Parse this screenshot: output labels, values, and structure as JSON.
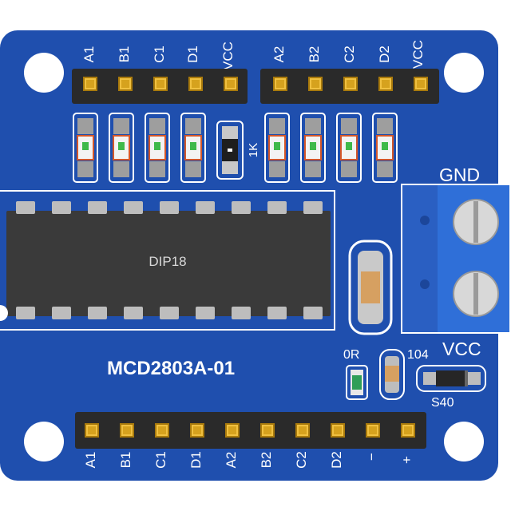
{
  "board": {
    "name": "MCD2803A-01",
    "ic_label": "DIP18",
    "colors": {
      "pcb": "#1f4fae",
      "silk": "#ffffff",
      "header": "#2a2a2a",
      "pin": "#d6a21e",
      "terminal": "#2f6fd8"
    }
  },
  "top_header": {
    "left_labels": [
      "A1",
      "B1",
      "C1",
      "D1",
      "VCC"
    ],
    "right_labels": [
      "A2",
      "B2",
      "C2",
      "D2",
      "VCC"
    ]
  },
  "resistor_label": "1K",
  "terminal_label": "GND",
  "vcc_label": "VCC",
  "components": {
    "r0_label": "0R",
    "cap_label": "104",
    "diode_label": "S40"
  },
  "bottom_header": {
    "labels": [
      "A1",
      "B1",
      "C1",
      "D1",
      "A2",
      "B2",
      "C2",
      "D2",
      "−",
      "+"
    ]
  }
}
